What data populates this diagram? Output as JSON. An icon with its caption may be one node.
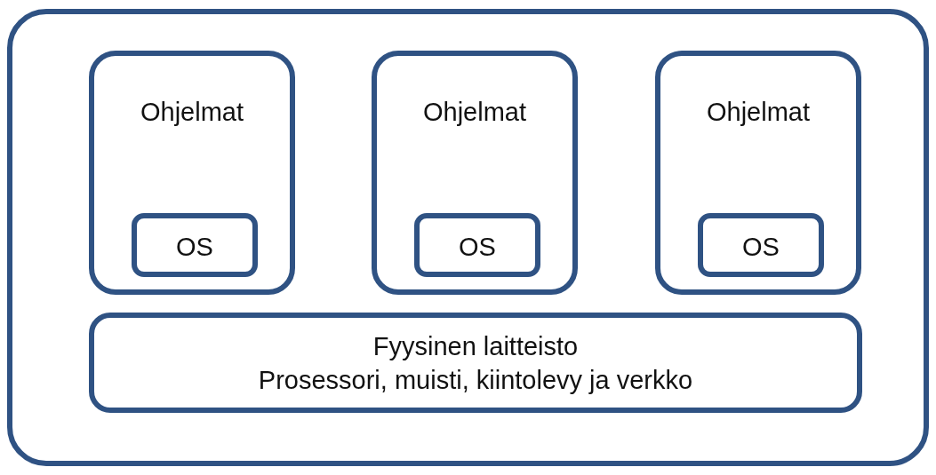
{
  "diagram": {
    "nodes": [
      {
        "text": [],
        "shape": "box"
      },
      {
        "text": [
          "Ohjelmat"
        ],
        "in": 0
      },
      {
        "text": [
          "OS"
        ],
        "in": 1
      },
      {
        "text": [
          "Ohjelmat"
        ],
        "in": 0
      },
      {
        "text": [
          "OS"
        ],
        "in": 3
      },
      {
        "text": [
          "Ohjelmat"
        ],
        "in": 0
      },
      {
        "text": [
          "OS"
        ],
        "in": 5
      },
      {
        "text": [
          "Fyysinen laitteisto",
          "Prosessori, muisti, kiintolevy ja verkko"
        ],
        "in": 0
      }
    ],
    "edges": []
  }
}
